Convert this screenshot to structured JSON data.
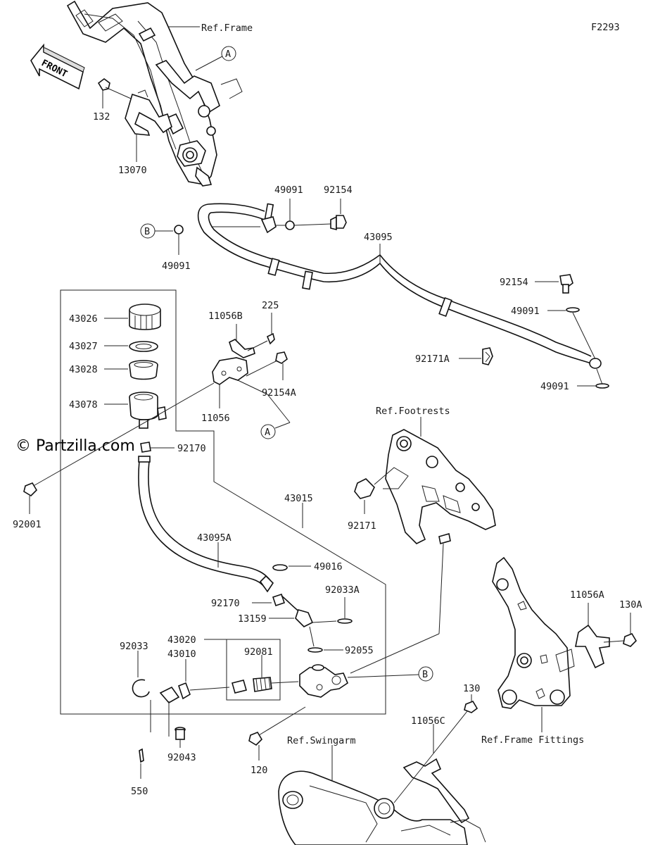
{
  "diagram": {
    "code": "F2293",
    "watermark": "© Partzilla.com",
    "front_label": "FRONT",
    "references": {
      "frame": "Ref.Frame",
      "footrests": "Ref.Footrests",
      "swingarm": "Ref.Swingarm",
      "frame_fittings": "Ref.Frame Fittings"
    },
    "callouts": {
      "a_top": "A",
      "a_mid": "A",
      "b_left": "B",
      "b_right": "B"
    },
    "part_numbers": {
      "p132": "132",
      "p13070": "13070",
      "p49091_top": "49091",
      "p92154_top": "92154",
      "p49091_left": "49091",
      "p43095": "43095",
      "p92154_right": "92154",
      "p49091_right": "49091",
      "p92171A": "92171A",
      "p49091_bottom": "49091",
      "p43026": "43026",
      "p43027": "43027",
      "p43028": "43028",
      "p43078": "43078",
      "p11056B": "11056B",
      "p225": "225",
      "p92154A": "92154A",
      "p11056": "11056",
      "p92170_top": "92170",
      "p92001": "92001",
      "p43015": "43015",
      "p92171": "92171",
      "p43095A": "43095A",
      "p49016": "49016",
      "p92033A": "92033A",
      "p92170_mid": "92170",
      "p13159": "13159",
      "p92055": "92055",
      "p43020": "43020",
      "p92033": "92033",
      "p43010": "43010",
      "p92081": "92081",
      "p92043": "92043",
      "p550": "550",
      "p120": "120",
      "p11056A": "11056A",
      "p130A": "130A",
      "p130": "130",
      "p11056C": "11056C"
    }
  }
}
